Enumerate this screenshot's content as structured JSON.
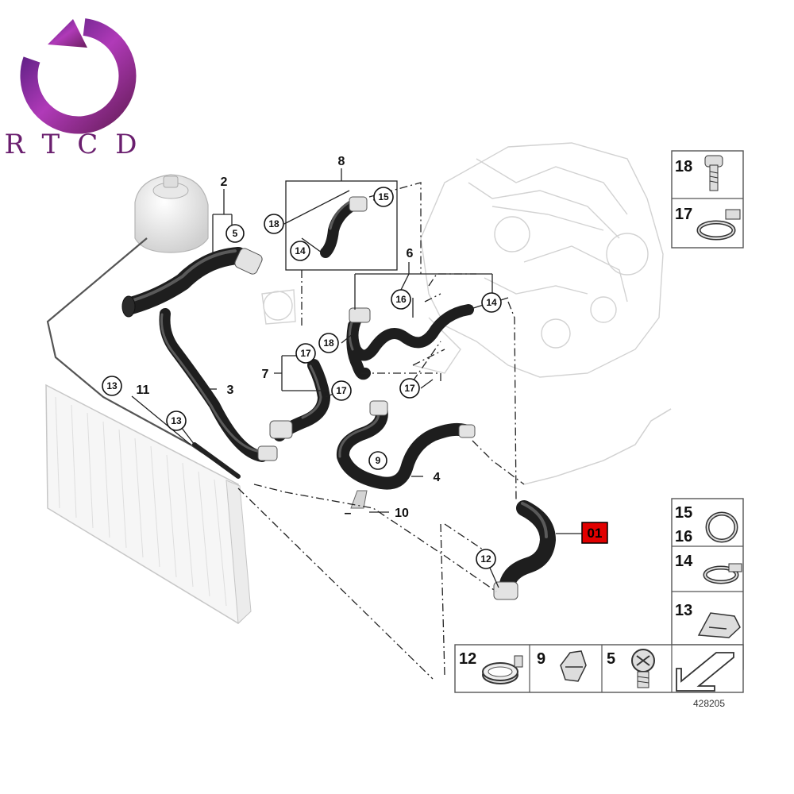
{
  "logo": {
    "text": "RTCD",
    "colors": [
      "#6a2a8c",
      "#b03ab8",
      "#7a1e6e"
    ]
  },
  "diagram_number": "428205",
  "highlight": {
    "label": "01",
    "color": "#e10000"
  },
  "callouts": [
    "2",
    "3",
    "4",
    "6",
    "7",
    "8",
    "10",
    "11"
  ],
  "circled": [
    "5",
    "9",
    "12",
    "13",
    "14",
    "15",
    "16",
    "17",
    "18"
  ],
  "legend_right": [
    {
      "labels": [
        "18"
      ],
      "part": "bolt-icon"
    },
    {
      "labels": [
        "17"
      ],
      "part": "spring-clamp-icon"
    },
    {
      "labels": [
        "15",
        "16"
      ],
      "part": "o-ring-icon"
    },
    {
      "labels": [
        "14"
      ],
      "part": "hose-clamp-icon"
    },
    {
      "labels": [
        "13"
      ],
      "part": "spring-clip-icon"
    }
  ],
  "legend_bottom": [
    {
      "labels": [
        "12"
      ],
      "part": "band-clamp-icon"
    },
    {
      "labels": [
        "9"
      ],
      "part": "holder-clip-icon"
    },
    {
      "labels": [
        "5"
      ],
      "part": "bleed-screw-icon"
    },
    {
      "labels": [],
      "part": "direction-arrow-icon"
    }
  ]
}
